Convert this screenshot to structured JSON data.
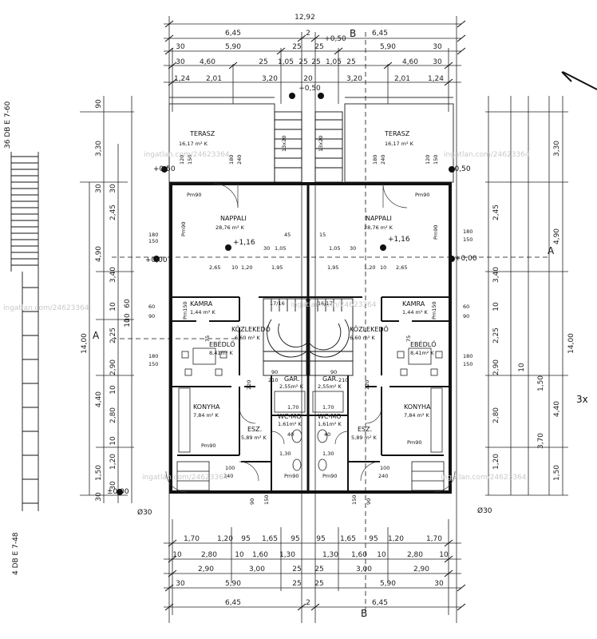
{
  "top_dims": {
    "total": "12,92",
    "row2": [
      "6,45",
      "2",
      "6,45"
    ],
    "row3": [
      "30",
      "5,90",
      "25",
      "25",
      "5,90",
      "30"
    ],
    "row4": [
      "30",
      "4,60",
      "25",
      "1,05",
      "25",
      "25",
      "1,05",
      "25",
      "4,60",
      "30"
    ],
    "row5": [
      "1,24",
      "2,01",
      "3,20",
      "20",
      "3,20",
      "2,01",
      "1,24"
    ],
    "center_labels": [
      "+0,50",
      "+0,50"
    ]
  },
  "bottom_dims": {
    "row1": [
      "1,70",
      "1,20",
      "95",
      "1,65",
      "95",
      "95",
      "1,65",
      "95",
      "1,20",
      "1,70"
    ],
    "row2": [
      "10",
      "2,80",
      "10",
      "1,60",
      "1,30",
      "1,30",
      "1,60",
      "10",
      "2,80",
      "10"
    ],
    "row3": [
      "2,90",
      "3,00",
      "25",
      "25",
      "3,00",
      "2,90"
    ],
    "row4": [
      "30",
      "5,90",
      "25",
      "25",
      "5,90",
      "30"
    ],
    "row5": [
      "6,45",
      "2",
      "6,45"
    ]
  },
  "left_dims": {
    "total": "14,00",
    "outer": [
      "90",
      "3,30",
      "30",
      "4,90",
      "4,40",
      "1,50",
      "30"
    ],
    "inner": [
      "30",
      "2,45",
      "3,40",
      "10",
      "2,25",
      "2,90",
      "10",
      "2,80",
      "10",
      "1,20",
      "30"
    ],
    "mid": [
      "60",
      "10",
      "10"
    ]
  },
  "right_dims": {
    "total": "14,00",
    "outer": [
      "3,30",
      "4,90",
      "4,40",
      "1,50"
    ],
    "inner": [
      "2,45",
      "3,40",
      "10",
      "2,25",
      "2,90",
      "2,80",
      "1,20"
    ],
    "extra": [
      "10",
      "1,50",
      "3,70"
    ]
  },
  "section_marks": {
    "a": "A",
    "b": "B"
  },
  "rooms": {
    "terasz": {
      "name": "TERASZ",
      "area": "16,17 m² K"
    },
    "nappali": {
      "name": "NAPPALI",
      "area": "28,76 m² K"
    },
    "kamra": {
      "name": "KAMRA",
      "area": "1,44 m² K"
    },
    "kozlekedo": {
      "name": "KÖZLEKEDŐ",
      "area": "6,60 m² K"
    },
    "ebedlo": {
      "name": "EBÉDLŐ",
      "area": "8,41m² K"
    },
    "konyha": {
      "name": "KONYHA",
      "area": "7,84 m² K"
    },
    "esz": {
      "name": "ESZ.",
      "area": "5,89 m² K"
    },
    "gar": {
      "name": "GAR.",
      "area": "2,55m² K"
    },
    "wc": {
      "name": "WC-MO",
      "area": "1,61m² K"
    }
  },
  "levels": {
    "terrace": "+0,50",
    "floor": "±0,00",
    "stair": "+1,16",
    "ground": "+0,00",
    "pipe": "Ø30"
  },
  "openings": {
    "pm90": "Pm90",
    "pm150": "Pm150",
    "d120": "120",
    "d180": "180",
    "d240": "240",
    "d150": "150",
    "d90": "90",
    "d100": "100",
    "d220": "220",
    "d210": "210",
    "d75": "75",
    "d60": "60",
    "d170": "1,70",
    "d40": "40",
    "d45": "45",
    "d15": "15",
    "d130": "1,30",
    "h30": "30",
    "h105": "1,05",
    "h195": "1,95",
    "h265": "2,65",
    "h120": "1,20",
    "h10": "10",
    "stair_a": "17/16",
    "stair_b": "16/17",
    "stair_c": "13x20"
  },
  "left_strip": {
    "top_label": "36 DB E 7-60",
    "bottom_label": "4 DB E 7-48"
  },
  "watermark": "ingatlan.com/24623364",
  "note": "3x"
}
